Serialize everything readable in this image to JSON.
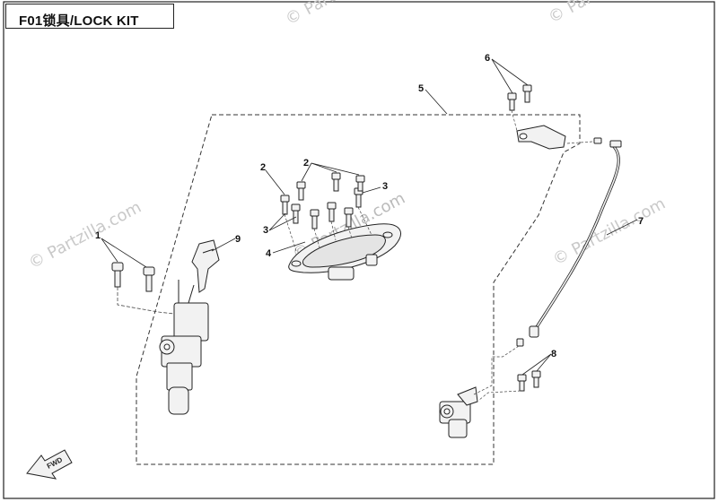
{
  "diagram": {
    "title": "F01锁具/LOCK KIT",
    "watermark_text": "© Partzilla.com",
    "fwd_label": "FWD"
  },
  "callouts": {
    "c1": "1",
    "c2a": "2",
    "c2b": "2",
    "c3a": "3",
    "c3b": "3",
    "c3c": "3",
    "c4": "4",
    "c5": "5",
    "c6": "6",
    "c7": "7",
    "c8": "8",
    "c9": "9"
  },
  "colors": {
    "line": "#222222",
    "part_fill": "#f2f2f2",
    "watermark": "#c9c9c9"
  }
}
